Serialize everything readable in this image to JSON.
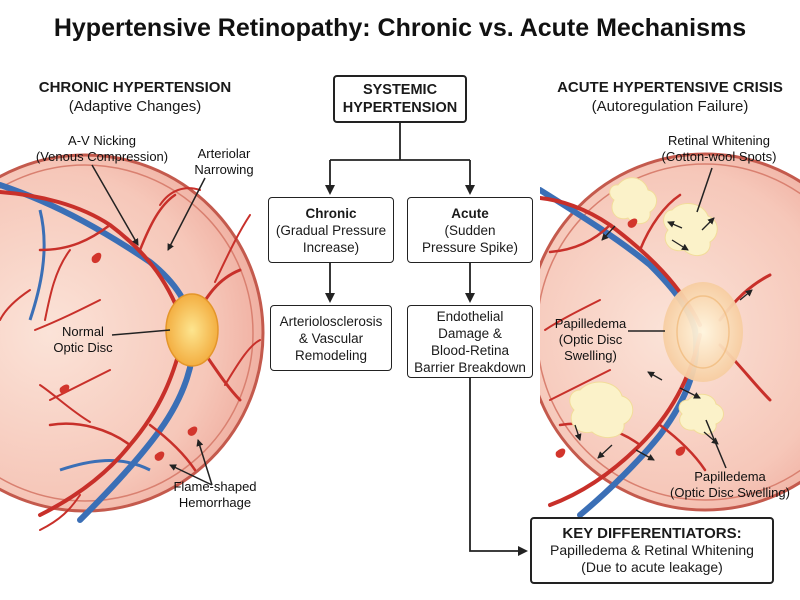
{
  "title": "Hypertensive Retinopathy: Chronic vs. Acute Mechanisms",
  "chronic_panel": {
    "heading": "CHRONIC HYPERTENSION",
    "subheading": "(Adaptive Changes)",
    "labels": {
      "av_nicking": "A-V Nicking",
      "av_nicking_sub": "(Venous Compression)",
      "arteriolar": "Arteriolar",
      "narrowing": "Narrowing",
      "normal": "Normal",
      "optic_disc": "Optic Disc",
      "flame_shaped": "Flame-shaped",
      "hemorrhage": "Hemorrhage"
    }
  },
  "acute_panel": {
    "heading": "ACUTE HYPERTENSIVE CRISIS",
    "subheading": "(Autoregulation Failure)",
    "labels": {
      "retinal_whitening": "Retinal Whitening",
      "cotton_wool": "(Cotton-wool Spots)",
      "papilledema_line1": "Papilledema",
      "papilledema_line2": "(Optic Disc",
      "papilledema_line3": "Swelling)",
      "papilledema_bottom": "Papilledema",
      "papilledema_bottom_sub": "(Optic Disc Swelling)"
    }
  },
  "flowchart": {
    "root": {
      "line1": "SYSTEMIC",
      "line2": "HYPERTENSION"
    },
    "chronic": {
      "title": "Chronic",
      "line1": "(Gradual Pressure",
      "line2": "Increase)"
    },
    "acute": {
      "title": "Acute",
      "line1": "(Sudden",
      "line2": "Pressure Spike)"
    },
    "chronic_result": {
      "line1": "Arteriolosclerosis",
      "line2": "& Vascular",
      "line3": "Remodeling"
    },
    "acute_result": {
      "line1": "Endothelial",
      "line2": "Damage &",
      "line3": "Blood-Retina",
      "line4": "Barrier Breakdown"
    },
    "key": {
      "title": "KEY DIFFERENTIATORS:",
      "line1": "Papilledema & Retinal Whitening",
      "line2": "(Due to acute leakage)"
    }
  },
  "colors": {
    "retina_fill": "#f6c7b9",
    "retina_border": "#c45a4d",
    "artery": "#c8302a",
    "vein": "#3b6fb6",
    "disc": "#f5b740",
    "exudate": "#fbf2c9"
  }
}
